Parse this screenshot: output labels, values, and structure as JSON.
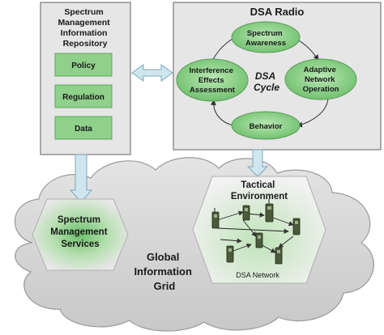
{
  "repository": {
    "title_lines": [
      "Spectrum",
      "Management",
      "Information",
      "Repository"
    ],
    "items": [
      "Policy",
      "Regulation",
      "Data"
    ]
  },
  "dsa_radio": {
    "title": "DSA Radio",
    "cycle_label_lines": [
      "DSA",
      "Cycle"
    ],
    "nodes": {
      "spectrum_awareness": [
        "Spectrum",
        "Awareness"
      ],
      "adaptive_network_operation": [
        "Adaptive",
        "Network",
        "Operation"
      ],
      "behavior": [
        "Behavior"
      ],
      "interference_effects_assessment": [
        "Interference",
        "Effects",
        "Assessment"
      ]
    }
  },
  "cloud": {
    "label_lines": [
      "Global",
      "Information",
      "Grid"
    ]
  },
  "services": {
    "label_lines": [
      "Spectrum",
      "Management",
      "Services"
    ]
  },
  "tactical": {
    "title_lines": [
      "Tactical",
      "Environment"
    ],
    "network_label": "DSA Network"
  },
  "colors": {
    "green_fill": "#7ec87e",
    "panel_fill": "#e6e6e6",
    "arrow_fill": "#cfe6ef",
    "cloud_fill": "#d6d6d6"
  }
}
